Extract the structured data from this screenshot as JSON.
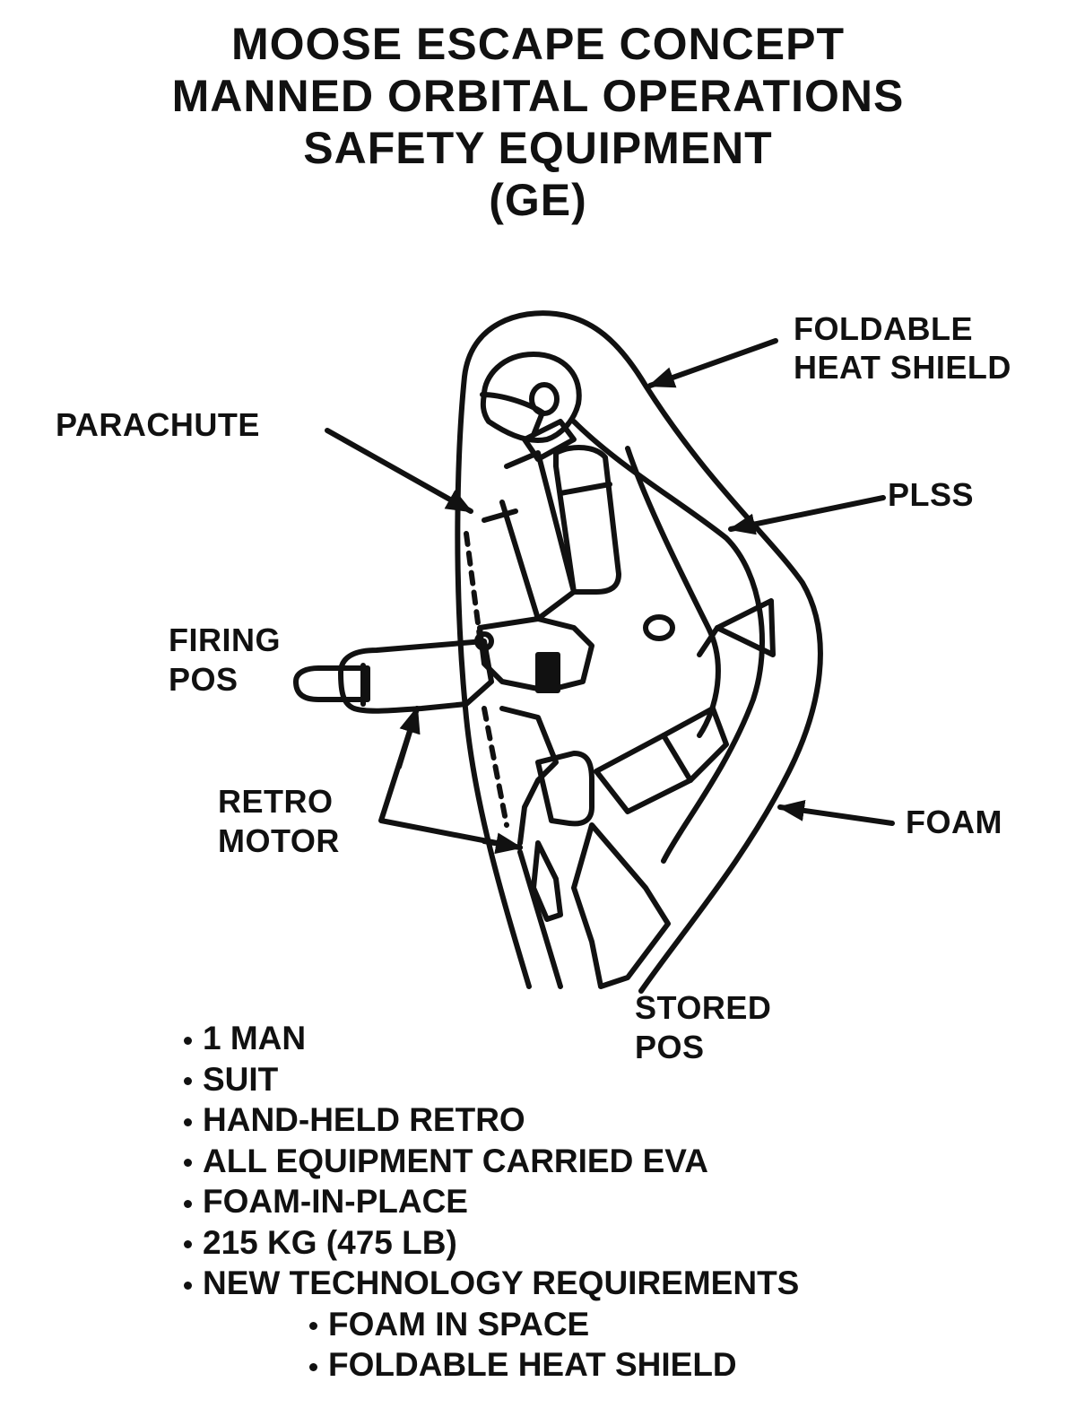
{
  "title": {
    "line1": "MOOSE ESCAPE CONCEPT",
    "line2": "MANNED ORBITAL OPERATIONS",
    "line3": "SAFETY EQUIPMENT",
    "line4": "(GE)"
  },
  "diagram": {
    "labels": {
      "foldable_heat_shield_1": "FOLDABLE",
      "foldable_heat_shield_2": "HEAT SHIELD",
      "parachute": "PARACHUTE",
      "plss": "PLSS",
      "firing_pos_1": "FIRING",
      "firing_pos_2": "POS",
      "retro_motor_1": "RETRO",
      "retro_motor_2": "MOTOR",
      "foam": "FOAM",
      "stored_pos_1": "STORED",
      "stored_pos_2": "POS"
    }
  },
  "features": [
    "1 MAN",
    "SUIT",
    "HAND-HELD RETRO",
    "ALL EQUIPMENT CARRIED EVA",
    "FOAM-IN-PLACE",
    "215 KG (475 LB)",
    "NEW TECHNOLOGY REQUIREMENTS"
  ],
  "new_technology_requirements": [
    "FOAM IN SPACE",
    "FOLDABLE HEAT SHIELD"
  ]
}
